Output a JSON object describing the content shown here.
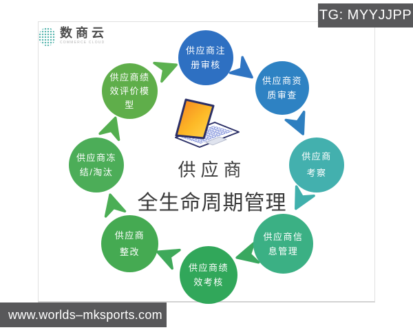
{
  "logo": {
    "name": "数商云",
    "tagline": "COMMERCE CLOUD"
  },
  "badges": {
    "tg_label": "TG: MYYJJPP",
    "url_label": "www.worlds–mksports.com"
  },
  "colors": {
    "bar_bg": "#58585a",
    "title_text": "#3a3a3a"
  },
  "diagram": {
    "center": {
      "line1": "供应商",
      "line2": "全生命周期管理"
    },
    "laptop_icon": "laptop-icon",
    "nodes": [
      {
        "id": "registration-review",
        "label": "供应商注册审核",
        "lines": [
          "供应商注",
          "册审核"
        ],
        "color": "#2e70c2"
      },
      {
        "id": "qualification-review",
        "label": "供应商资质审查",
        "lines": [
          "供应商资",
          "质审查"
        ],
        "color": "#2e82c3"
      },
      {
        "id": "inspection",
        "label": "供应商考察",
        "lines": [
          "供应商",
          "考察"
        ],
        "color": "#43b0ae"
      },
      {
        "id": "info-management",
        "label": "供应商信息管理",
        "lines": [
          "供应商信",
          "息管理"
        ],
        "color": "#3bb084"
      },
      {
        "id": "performance-assessment",
        "label": "供应商绩效考核",
        "lines": [
          "供应商绩",
          "效考核"
        ],
        "color": "#31a75a"
      },
      {
        "id": "rectification",
        "label": "供应商整改",
        "lines": [
          "供应商",
          "整改"
        ],
        "color": "#45aa52"
      },
      {
        "id": "freeze-eliminate",
        "label": "供应商冻结/淘汰",
        "lines": [
          "供应商冻",
          "结/淘汰"
        ],
        "color": "#4cad58"
      },
      {
        "id": "performance-model",
        "label": "供应商绩效评价模型",
        "lines": [
          "供应商绩",
          "效评价模",
          "型"
        ],
        "color": "#5fae4a"
      }
    ],
    "arrows": [
      {
        "from": "performance-model",
        "to": "registration-review",
        "color": "#5cb150"
      },
      {
        "from": "registration-review",
        "to": "qualification-review",
        "color": "#2f74c2"
      },
      {
        "from": "qualification-review",
        "to": "inspection",
        "color": "#2e7fc0"
      },
      {
        "from": "inspection",
        "to": "info-management",
        "color": "#40b0ac"
      },
      {
        "from": "info-management",
        "to": "performance-assessment",
        "color": "#3aa85f"
      },
      {
        "from": "performance-assessment",
        "to": "rectification",
        "color": "#3fa95a"
      },
      {
        "from": "rectification",
        "to": "freeze-eliminate",
        "color": "#4bae55"
      },
      {
        "from": "freeze-eliminate",
        "to": "performance-model",
        "color": "#53ae4f"
      }
    ]
  }
}
